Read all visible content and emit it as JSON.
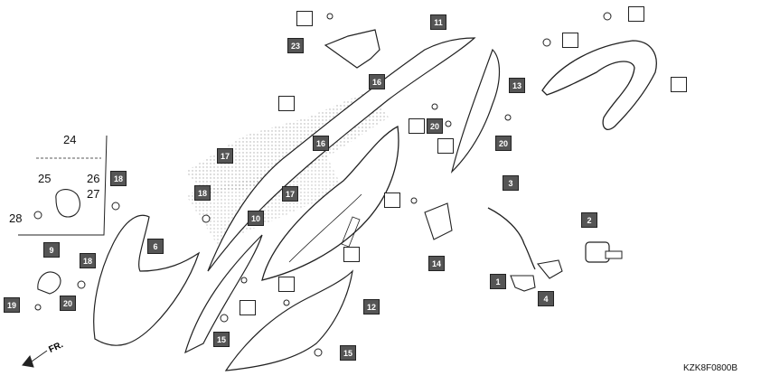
{
  "diagram": {
    "code": "KZK8F0800B",
    "direction_label": "FR.",
    "group_label": "24",
    "part_labels": {
      "p1": "1",
      "p3": "3",
      "p4": "4",
      "p2": "2",
      "p6": "6",
      "p9": "9",
      "p10": "10",
      "p11": "11",
      "p12": "12",
      "p13": "13",
      "p14": "14",
      "p15a": "15",
      "p15b": "15",
      "p16a": "16",
      "p16b": "16",
      "p17a": "17",
      "p17b": "17",
      "p18a": "18",
      "p18b": "18",
      "p18c": "18",
      "p19": "19",
      "p20a": "20",
      "p20b": "20",
      "p20c": "20",
      "p23": "23",
      "p25": "25",
      "p26": "26",
      "p27": "27",
      "p28": "28"
    }
  }
}
